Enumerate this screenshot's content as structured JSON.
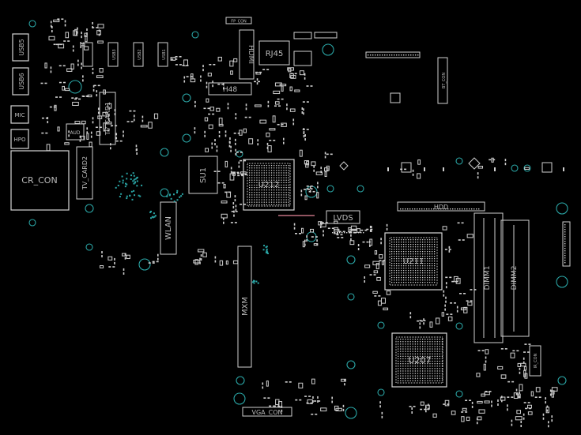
{
  "board": {
    "background": "#000000",
    "outline_color": "#d6d6d6",
    "via_color": "#2aa5a5",
    "label_color": "#bbbbbb",
    "accent_line_color": "#c07080",
    "labels": {
      "usb5": "USB5",
      "usb6": "USB6",
      "mic": "MIC",
      "hpo": "HPO",
      "cr_con": "CR_CON",
      "aud": "AUD",
      "tv_card1": "TV_CARD1",
      "tv_card2": "TV_CARD2",
      "usb_a": "USB3",
      "usb_b": "USB2",
      "usb_c": "USB1",
      "hdmi": "HDMI",
      "rj45": "RJ45",
      "h48": "H48",
      "su1": "SU1",
      "u212": "U212",
      "wlan": "WLAN",
      "mxm": "MXM",
      "lvds": "LVDS",
      "hdd": "HDD",
      "u211": "U211",
      "dimm1": "DIMM1",
      "dimm2": "DIMM2",
      "u207": "U207",
      "vga_con": "VGA_CON",
      "fp_con": "FP_CON",
      "bt_con": "BT_CON",
      "ir_con": "IR_CON"
    }
  }
}
